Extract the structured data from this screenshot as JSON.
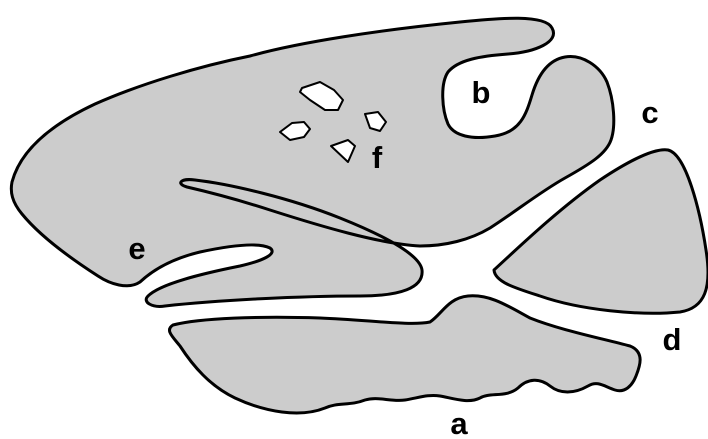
{
  "colors": {
    "region_fill": "#cccccc",
    "outline": "#000000",
    "background": "#ffffff"
  },
  "labels": {
    "a": "a",
    "b": "b",
    "c": "c",
    "d": "d",
    "e": "e",
    "f": "f"
  }
}
